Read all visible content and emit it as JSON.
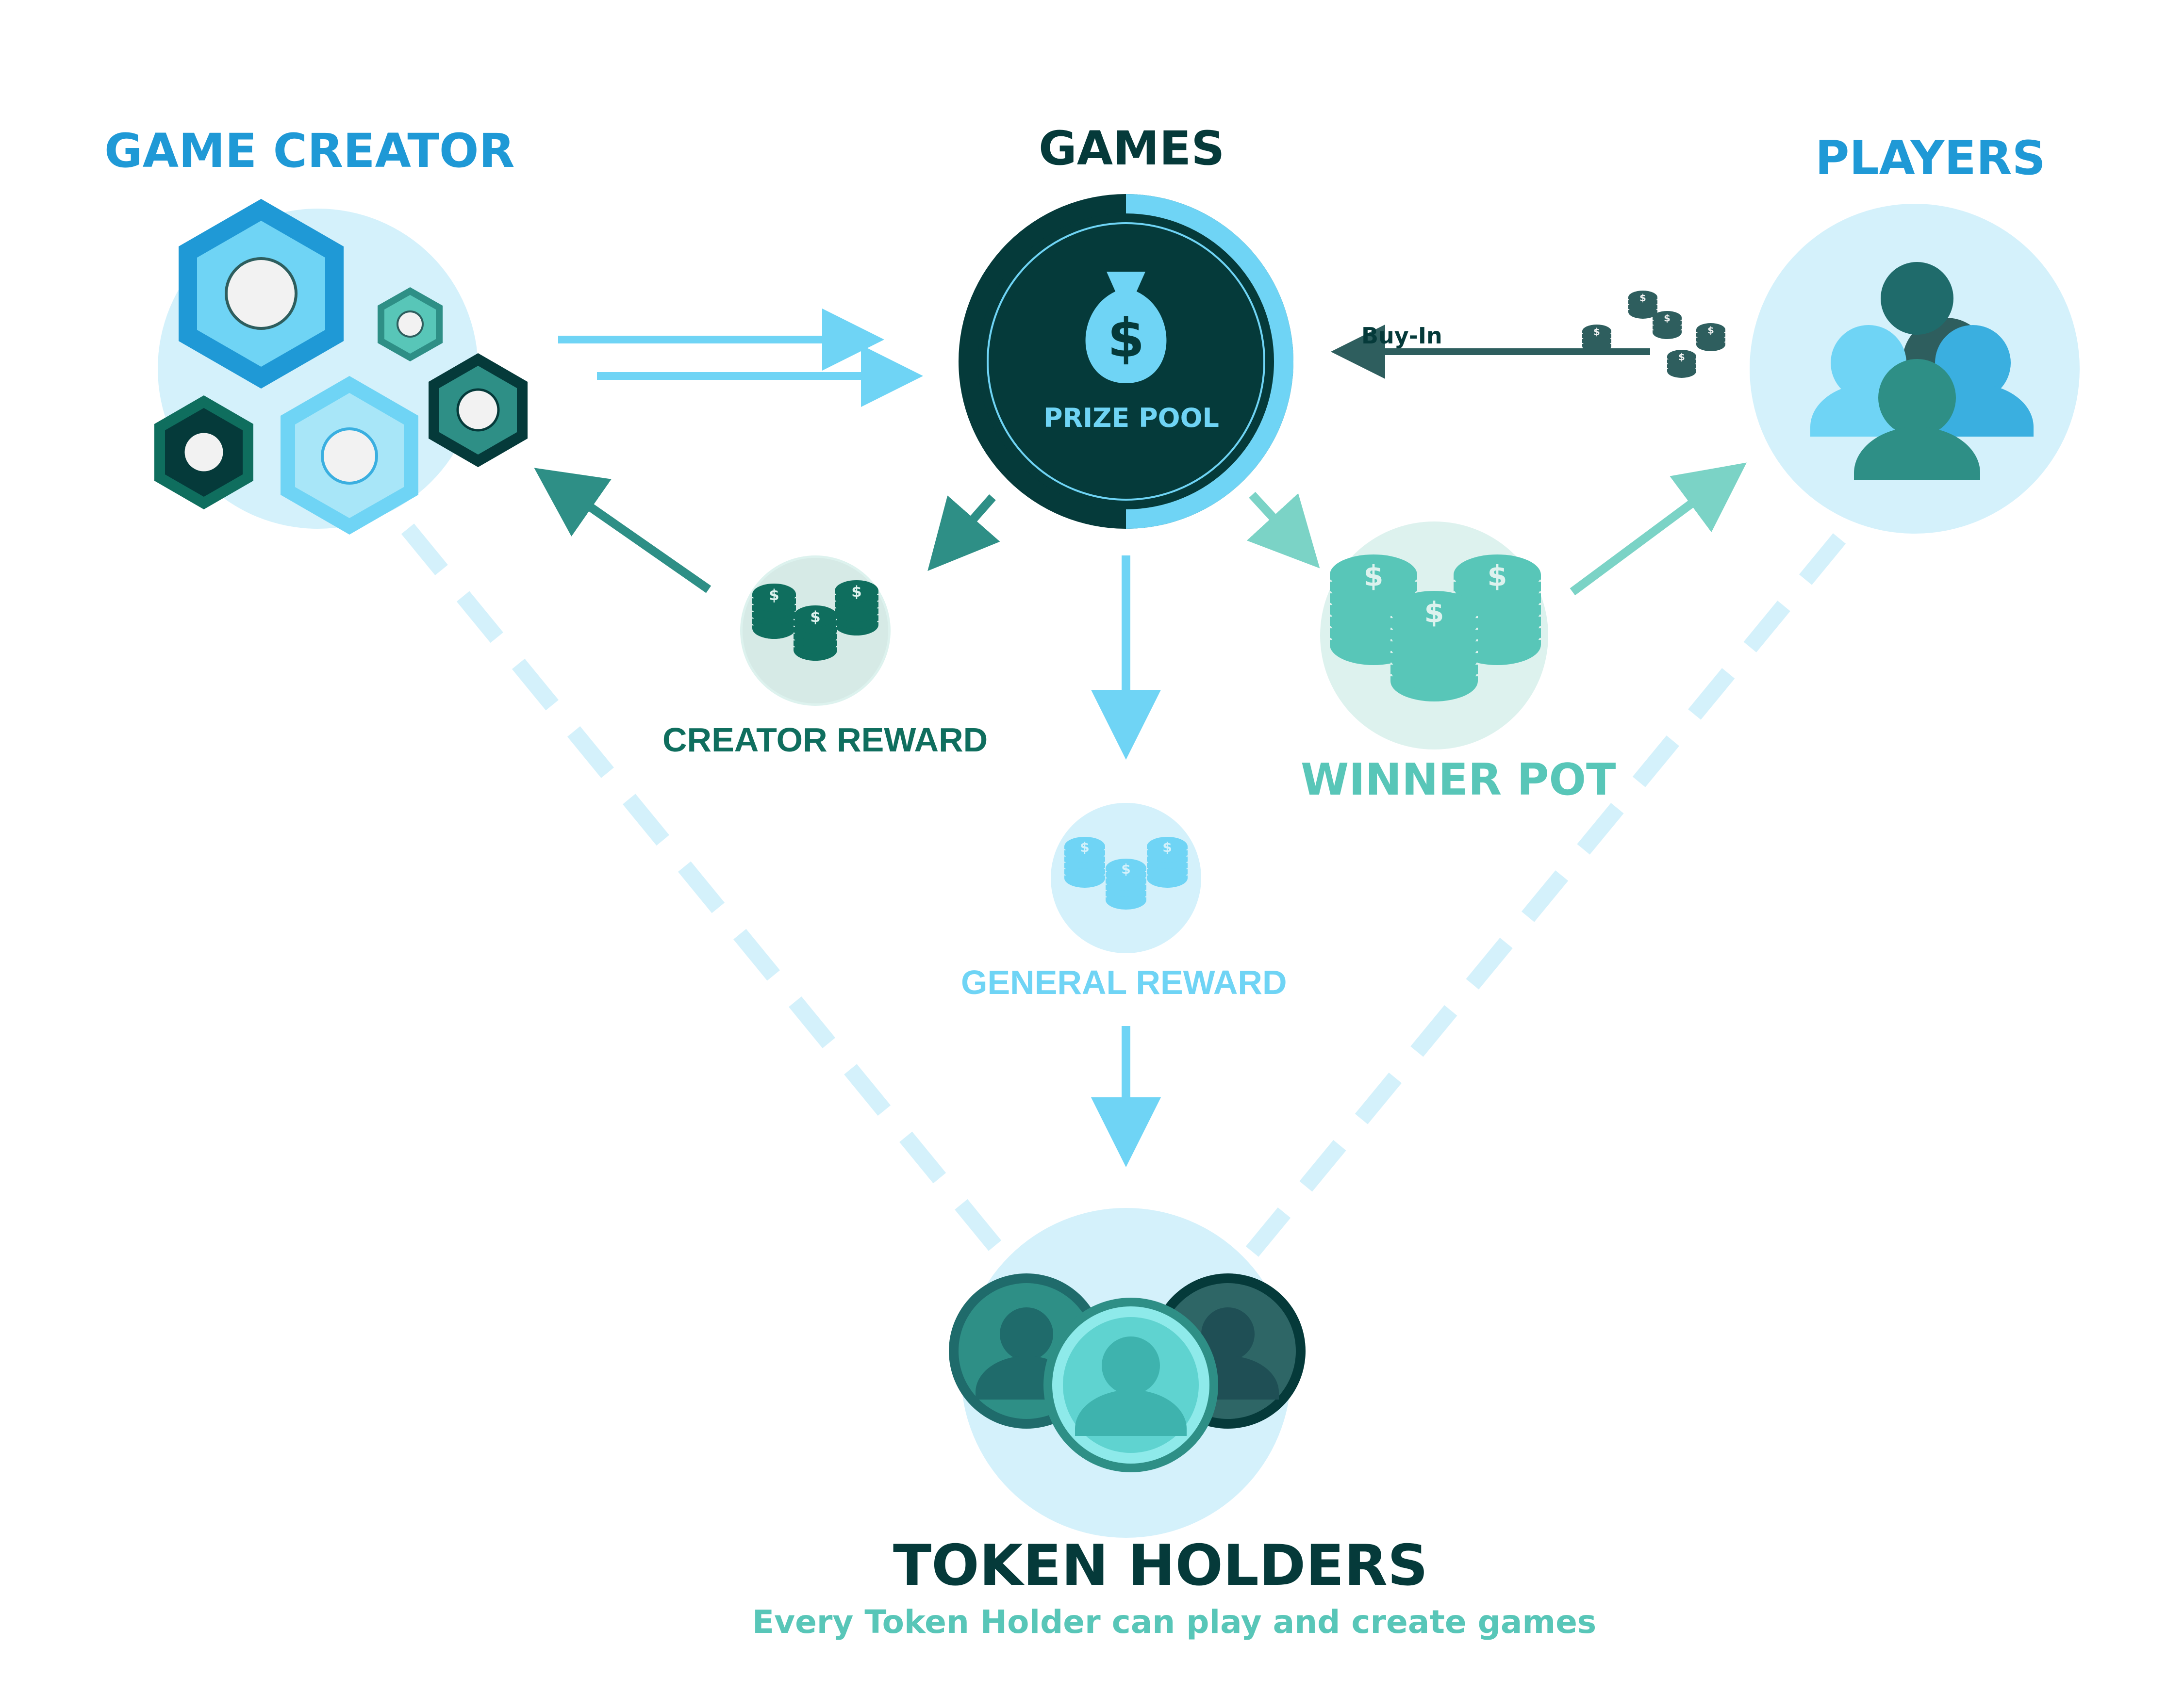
{
  "labels": {
    "game_creator": "GAME CREATOR",
    "games": "GAMES",
    "players": "PLAYERS",
    "prize_pool": "PRIZE POOL",
    "buy_in": "Buy-In",
    "creator_reward": "CREATOR REWARD",
    "winner_pot": "WINNER POT",
    "general_reward": "GENERAL REWARD",
    "token_holders": "TOKEN HOLDERS",
    "token_holders_sub": "Every Token Holder can play and create games"
  },
  "colors": {
    "dark_teal": "#053A3A",
    "deep_teal": "#0F6E5E",
    "teal": "#2E8F86",
    "mint": "#58C6B8",
    "light_mint": "#DDF2EE",
    "sky": "#6FD4F5",
    "blue": "#1F99D6",
    "bright_blue": "#3AAFE0",
    "pale_blue": "#D4F1FB",
    "dashed": "#D4F1FB"
  },
  "icons": {
    "game_creator": "hexagon-cluster-icon",
    "games": "money-bag-icon",
    "players": "user-group-icon",
    "creator_reward": "coin-stack-icon",
    "winner_pot": "coin-stack-icon",
    "general_reward": "coin-stack-icon",
    "buy_in": "coin-stack-icon",
    "token_holders": "user-coin-icon"
  }
}
